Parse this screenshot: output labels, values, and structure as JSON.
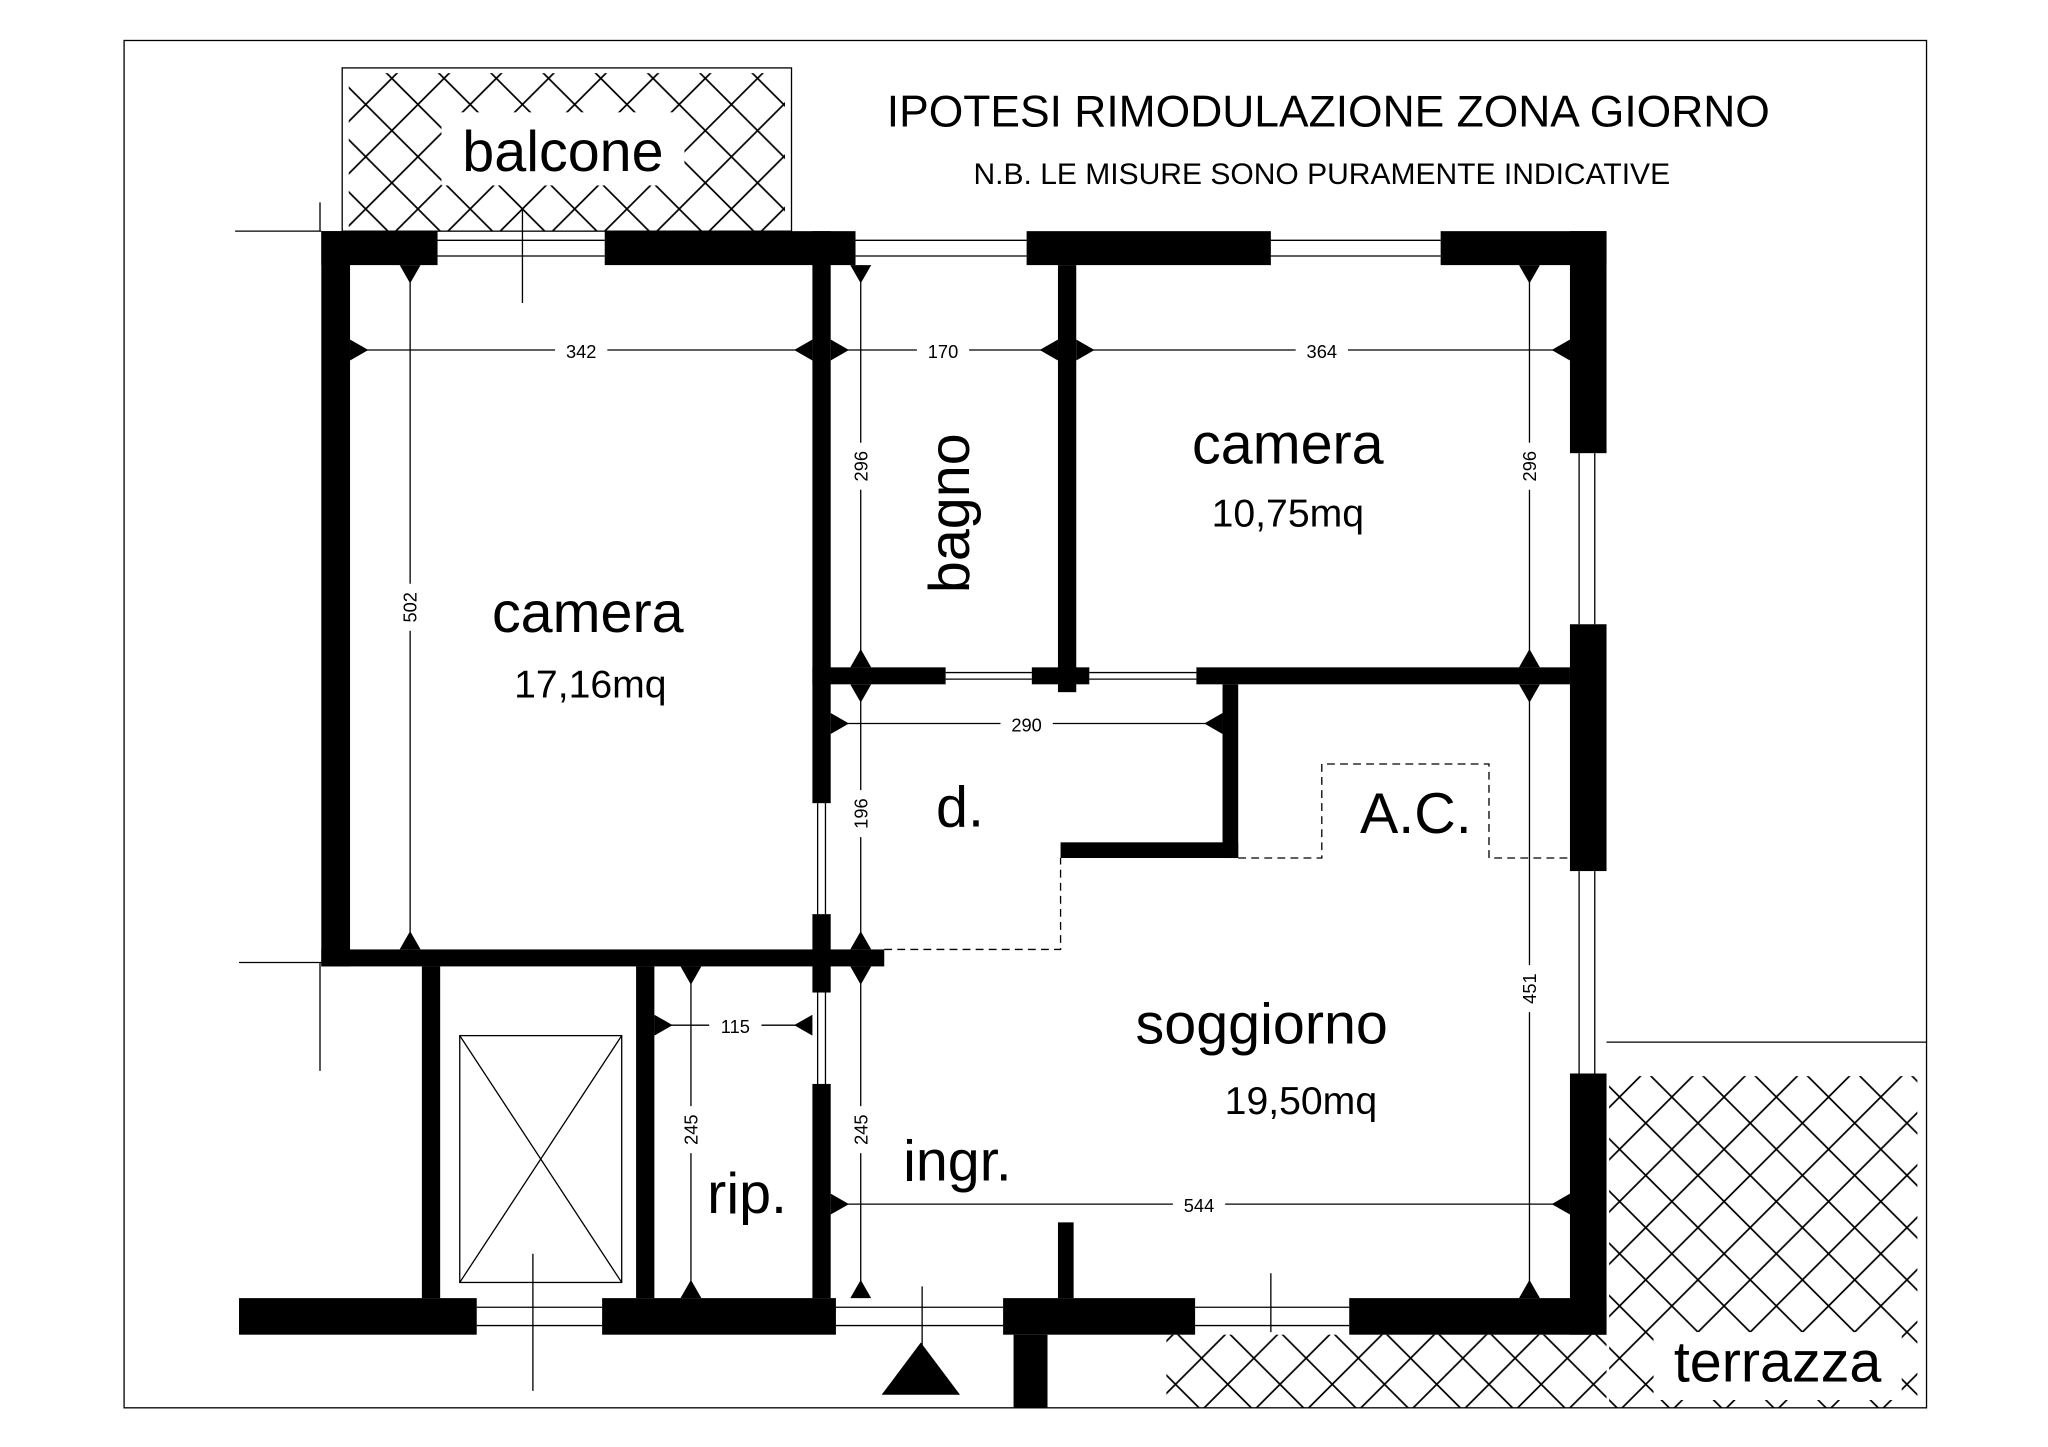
{
  "title": "IPOTESI RIMODULAZIONE ZONA GIORNO",
  "subtitle": "N.B.  LE MISURE SONO PURAMENTE INDICATIVE",
  "rooms": {
    "balcone": "balcone",
    "camera1": "camera",
    "camera1_area": "17,16mq",
    "bagno": "bagno",
    "camera2": "camera",
    "camera2_area": "10,75mq",
    "disimpegno": "d.",
    "ac": "A.C.",
    "soggiorno": "soggiorno",
    "soggiorno_area": "19,50mq",
    "ingresso": "ingr.",
    "ripostiglio": "rip.",
    "terrazza": "terrazza"
  },
  "dimensions": {
    "d342": "342",
    "d170": "170",
    "d364": "364",
    "d502": "502",
    "d296a": "296",
    "d296b": "296",
    "d290": "290",
    "d196": "196",
    "d451": "451",
    "d115": "115",
    "d245a": "245",
    "d245b": "245",
    "d544": "544"
  }
}
